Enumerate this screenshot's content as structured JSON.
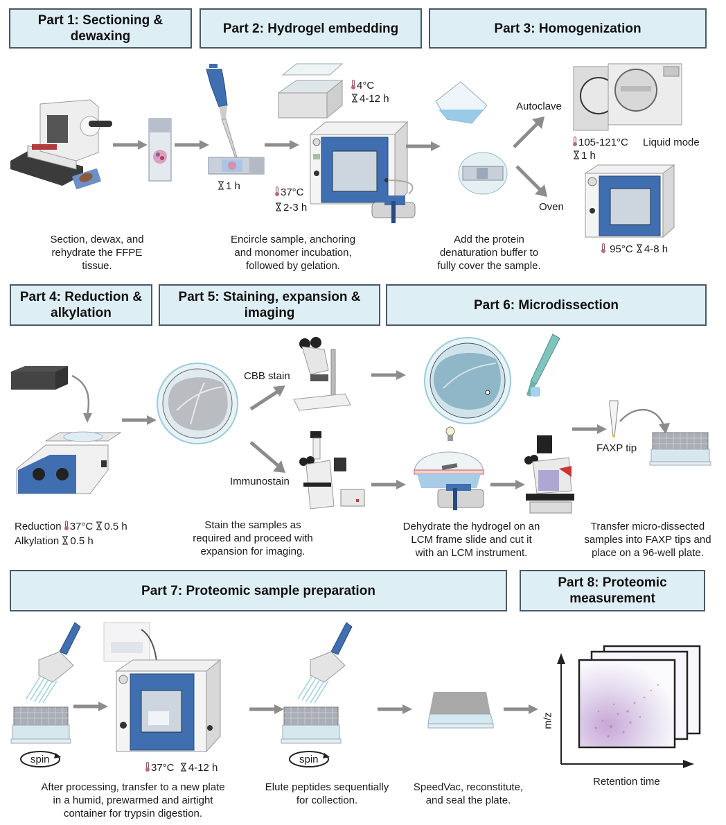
{
  "headers": {
    "part1": "Part 1: Sectioning & dewaxing",
    "part2": "Part 2: Hydrogel embedding",
    "part3": "Part 3: Homogenization",
    "part4": "Part 4: Reduction & alkylation",
    "part5": "Part 5: Staining, expansion & imaging",
    "part6": "Part 6: Microdissection",
    "part7": "Part 7: Proteomic sample preparation",
    "part8": "Part 8: Proteomic measurement"
  },
  "part1": {
    "caption": "Section, dewax, and rehydrate the FFPE tissue."
  },
  "part2": {
    "slide_time": "1 h",
    "fridge_temp": "4°C",
    "fridge_time": "4-12 h",
    "oven_temp": "37°C",
    "oven_time": "2-3 h",
    "caption": "Encircle sample, anchoring and monomer incubation, followed by gelation."
  },
  "part3": {
    "autoclave_label": "Autoclave",
    "autoclave_temp": "105-121°C",
    "autoclave_mode": "Liquid mode",
    "autoclave_time": "1 h",
    "oven_label": "Oven",
    "oven_temp": "95°C",
    "oven_time": "4-8 h",
    "caption": "Add the protein denaturation buffer to fully cover the sample."
  },
  "part4": {
    "reduction_label": "Reduction",
    "reduction_temp": "37°C",
    "reduction_time": "0.5 h",
    "alkylation_label": "Alkylation",
    "alkylation_time": "0.5 h"
  },
  "part5": {
    "cbb_label": "CBB stain",
    "immuno_label": "Immunostain",
    "caption": "Stain the samples as required and proceed with expansion for imaging."
  },
  "part6": {
    "faxp_label": "FAXP tip",
    "caption_lcm": "Dehydrate the hydrogel on an LCM frame slide and cut it with an LCM instrument.",
    "caption_transfer": "Transfer micro-dissected samples into FAXP tips and place on a 96-well plate."
  },
  "part7": {
    "spin_label_1": "spin",
    "spin_label_2": "spin",
    "incubate_temp": "37°C",
    "incubate_time": "4-12 h",
    "caption_digest": "After processing, transfer to a new plate in a humid, prewarmed and airtight container for trypsin digestion.",
    "caption_elute": "Elute peptides sequentially for collection.",
    "caption_speedvac": "SpeedVac, reconstitute, and seal the plate."
  },
  "part8": {
    "y_axis_label": "m/z",
    "x_axis_label": "Retention time"
  },
  "colors": {
    "header_fill": "#deeef5",
    "header_border": "#4a5866",
    "arrow": "#8c8c8c",
    "instrument_blue": "#3f6fb0",
    "gel_blue": "#b9dbe6"
  }
}
